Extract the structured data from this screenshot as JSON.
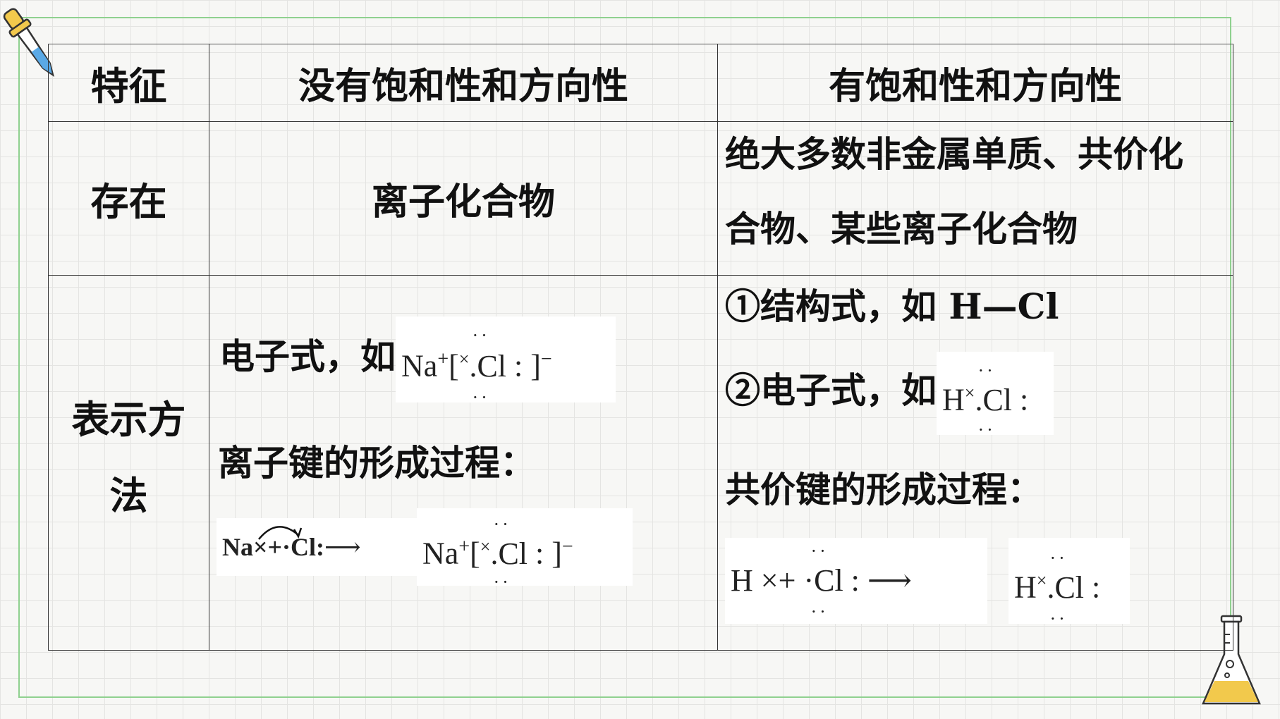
{
  "table": {
    "header": {
      "col1": "特征",
      "col2": "没有饱和性和方向性",
      "col3": "有饱和性和方向性"
    },
    "row_existence": {
      "label": "存在",
      "ionic": "离子化合物",
      "covalent_line1": "绝大多数非金属单质、共价化",
      "covalent_line2": "合物、某些离子化合物"
    },
    "row_representation": {
      "label_line1": "表示方",
      "label_line2": "法",
      "ionic_electron_formula": "电子式，如",
      "ionic_formation": "离子键的形成过程：",
      "covalent_structural": "①结构式，如 H—Cl",
      "covalent_electron_formula": "②电子式，如",
      "covalent_formation": "共价键的形成过程："
    }
  },
  "formulas": {
    "na": "Na",
    "cl": "Cl",
    "h": "H",
    "plus_charge": "+",
    "minus_charge": "−",
    "lbracket": "[",
    "rbracket": "]",
    "cross": "×",
    "plus": "+",
    "arrow": "⟶"
  },
  "icons": [
    "dropper-icon",
    "flask-icon"
  ],
  "colors": {
    "frame": "#8fd18f",
    "grid": "#e4e4e2",
    "dropper_blue": "#5aa9e6",
    "dropper_yellow": "#f2c94c",
    "flask_liquid": "#f2c94c"
  }
}
